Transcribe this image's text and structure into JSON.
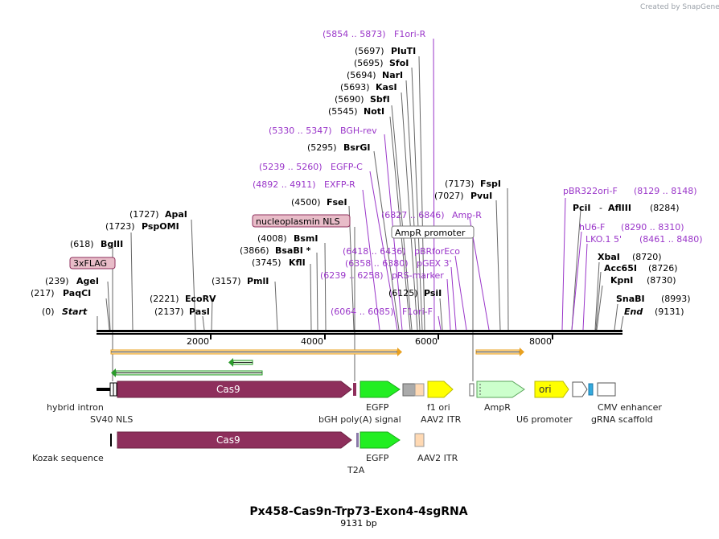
{
  "watermark": "Created by SnapGene",
  "map": {
    "title": "Px458-Cas9n-Trp73-Exon4-4sgRNA",
    "length": "9131 bp",
    "ticks": [
      "2000",
      "4000",
      "6000",
      "8000"
    ]
  },
  "sites": {
    "start": {
      "pos": "(0)",
      "name": "Start"
    },
    "paqci": {
      "pos": "(217)",
      "name": "PaqCI"
    },
    "agei": {
      "pos": "(239)",
      "name": "AgeI"
    },
    "bglii": {
      "pos": "(618)",
      "name": "BglII"
    },
    "pspomi": {
      "pos": "(1723)",
      "name": "PspOMI"
    },
    "apai": {
      "pos": "(1727)",
      "name": "ApaI"
    },
    "pasi": {
      "pos": "(2137)",
      "name": "PasI"
    },
    "ecorv": {
      "pos": "(2221)",
      "name": "EcoRV"
    },
    "pmli": {
      "pos": "(3157)",
      "name": "PmlI"
    },
    "kfli": {
      "pos": "(3745)",
      "name": "KflI"
    },
    "bsabi": {
      "pos": "(3866)",
      "name": "BsaBI *"
    },
    "bsmi": {
      "pos": "(4008)",
      "name": "BsmI"
    },
    "fsei": {
      "pos": "(4500)",
      "name": "FseI"
    },
    "bsrgi": {
      "pos": "(5295)",
      "name": "BsrGI"
    },
    "noti": {
      "pos": "(5545)",
      "name": "NotI"
    },
    "sbfi": {
      "pos": "(5690)",
      "name": "SbfI"
    },
    "kasi": {
      "pos": "(5693)",
      "name": "KasI"
    },
    "nari": {
      "pos": "(5694)",
      "name": "NarI"
    },
    "sfoi": {
      "pos": "(5695)",
      "name": "SfoI"
    },
    "pluti": {
      "pos": "(5697)",
      "name": "PluTI"
    },
    "psii": {
      "pos": "(6125)",
      "name": "PsiI"
    },
    "pvui": {
      "pos": "(7027)",
      "name": "PvuI"
    },
    "fspi": {
      "pos": "(7173)",
      "name": "FspI"
    },
    "pcii": {
      "name": "PciI",
      "dash": "-",
      "name2": "AflIII",
      "pos": "(8284)"
    },
    "xbai": {
      "name": "XbaI",
      "pos": "(8720)"
    },
    "acc65i": {
      "name": "Acc65I",
      "pos": "(8726)"
    },
    "kpni": {
      "name": "KpnI",
      "pos": "(8730)"
    },
    "snabi": {
      "name": "SnaBI",
      "pos": "(8993)"
    },
    "end": {
      "name": "End",
      "pos": "(9131)"
    }
  },
  "primers": {
    "f1ori_r": {
      "range": "(5854 .. 5873)",
      "name": "F1ori-R"
    },
    "bgh_rev": {
      "range": "(5330 .. 5347)",
      "name": "BGH-rev"
    },
    "egfp_c": {
      "range": "(5239 .. 5260)",
      "name": "EGFP-C"
    },
    "exfp_r": {
      "range": "(4892 .. 4911)",
      "name": "EXFP-R"
    },
    "amp_r": {
      "range": "(6827 .. 6846)",
      "name": "Amp-R"
    },
    "pbrforeco": {
      "range": "(6418 .. 6436)",
      "name": "pBRforEco"
    },
    "pgex3": {
      "range": "(6358 .. 6380)",
      "name": "pGEX 3'"
    },
    "prs_marker": {
      "range": "(6239 .. 6258)",
      "name": "pRS-marker"
    },
    "f1ori_f": {
      "range": "(6064 .. 6085)",
      "name": "F1ori-F"
    },
    "pbr322ori_f": {
      "name": "pBR322ori-F",
      "range": "(8129 .. 8148)"
    },
    "hu6_f": {
      "name": "hU6-F",
      "range": "(8290 .. 8310)"
    },
    "lko1_5": {
      "name": "LKO.1 5'",
      "range": "(8461 .. 8480)"
    }
  },
  "boxed": {
    "xflag": "3xFLAG",
    "nls": "nucleoplasmin NLS",
    "ampr_promoter": "AmpR promoter"
  },
  "features": {
    "cas9": "Cas9",
    "cas9_b": "Cas9",
    "ori": "ori",
    "hybrid_intron": "hybrid intron",
    "sv40_nls": "SV40 NLS",
    "egfp": "EGFP",
    "bgh": "bGH poly(A) signal",
    "f1ori": "f1 ori",
    "aav2_itr": "AAV2 ITR",
    "ampr": "AmpR",
    "u6": "U6 promoter",
    "cmv": "CMV enhancer",
    "grna": "gRNA scaffold",
    "kozak": "Kozak sequence",
    "t2a": "T2A",
    "egfp_b": "EGFP",
    "aav2_itr_b": "AAV2 ITR"
  },
  "colors": {
    "cas9": "#8e2f5c",
    "egfp": "#22ee22",
    "f1ori": "#ffff00",
    "ampr": "#ccffcc",
    "ori": "#ffff00",
    "primer": "#9a36c9",
    "orf_orange": "#e8a020",
    "orf_green": "#2a9a2a"
  }
}
